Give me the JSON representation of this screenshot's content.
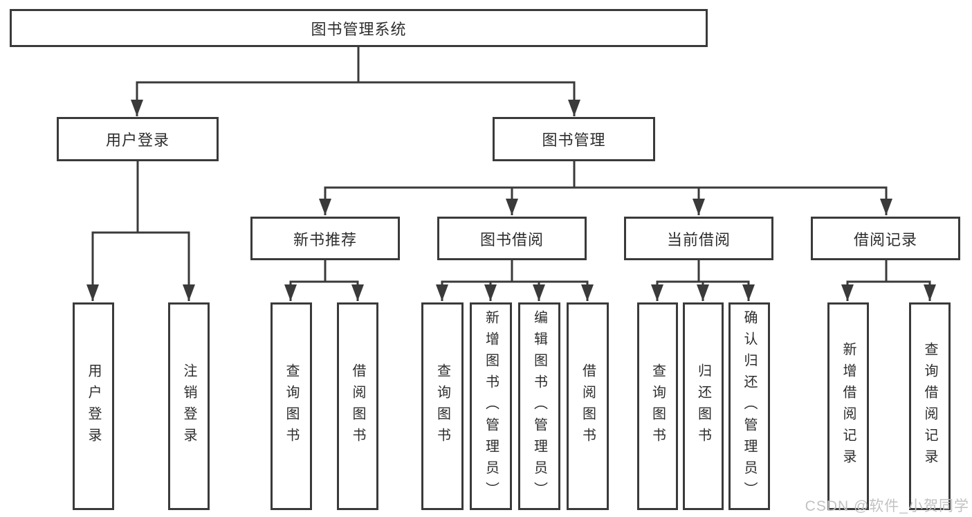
{
  "tree": {
    "label": "图书管理系统",
    "children": [
      {
        "label": "用户登录",
        "children": [
          {
            "label": "用户登录"
          },
          {
            "label": "注销登录"
          }
        ]
      },
      {
        "label": "图书管理",
        "children": [
          {
            "label": "新书推荐",
            "children": [
              {
                "label": "查询图书"
              },
              {
                "label": "借阅图书"
              }
            ]
          },
          {
            "label": "图书借阅",
            "children": [
              {
                "label": "查询图书"
              },
              {
                "label": "新增图书（管理员）"
              },
              {
                "label": "编辑图书（管理员）"
              },
              {
                "label": "借阅图书"
              }
            ]
          },
          {
            "label": "当前借阅",
            "children": [
              {
                "label": "查询图书"
              },
              {
                "label": "归还图书"
              },
              {
                "label": "确认归还（管理员）"
              }
            ]
          },
          {
            "label": "借阅记录",
            "children": [
              {
                "label": "新增借阅记录"
              },
              {
                "label": "查询借阅记录"
              }
            ]
          }
        ]
      }
    ]
  },
  "watermark": {
    "text": "CSDN @软件_小贺同学"
  },
  "colors": {
    "line": "#3a3a3a",
    "text": "#2d2d2d",
    "background": "#ffffff",
    "watermark": "#c2c2c2"
  }
}
